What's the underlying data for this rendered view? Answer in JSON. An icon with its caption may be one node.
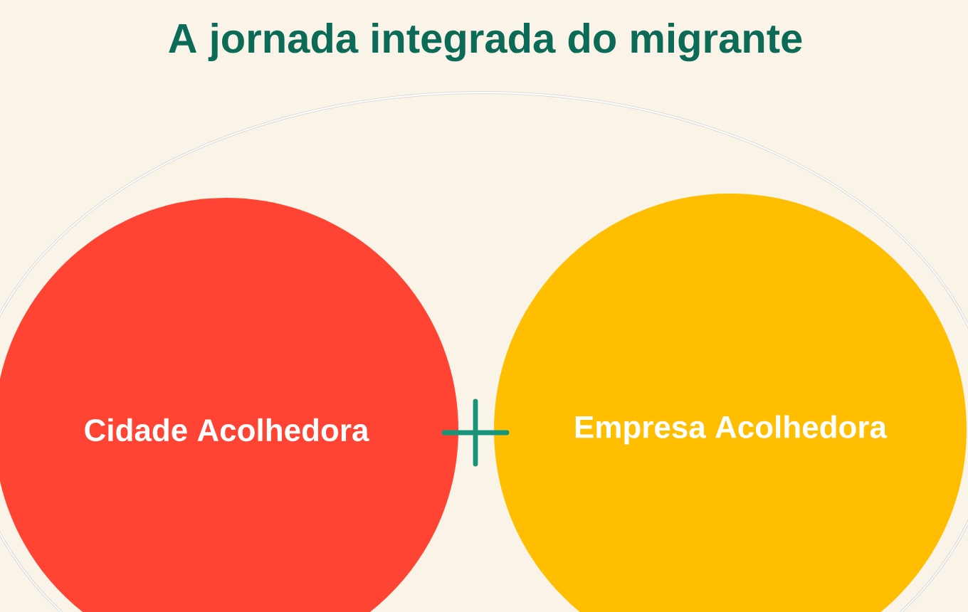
{
  "diagram": {
    "title": "A jornada integrada do migrante",
    "nodes": [
      {
        "text": [],
        "shape": "ellipse"
      },
      {
        "text": [
          "Cidade Acolhedora"
        ],
        "in": 0
      },
      {
        "text": [
          "Empresa Acolhedora"
        ],
        "in": 0
      }
    ]
  }
}
